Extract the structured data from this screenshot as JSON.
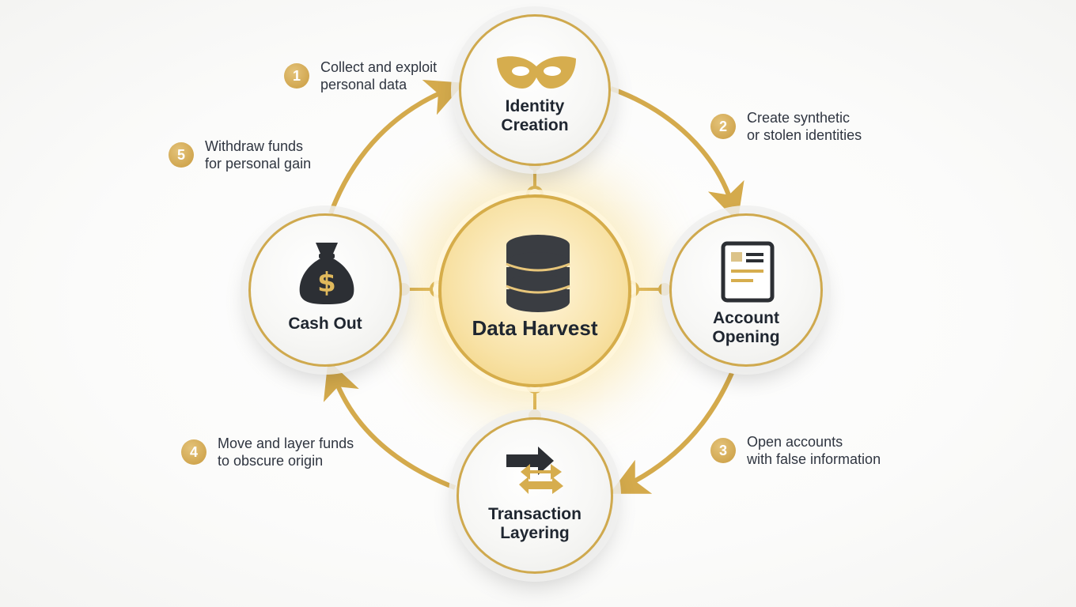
{
  "diagram": {
    "title": "",
    "colors": {
      "gold": "#cfa94e",
      "gold_light": "#e4c37a",
      "dark_icon": "#2c2f34",
      "text": "#1f2630",
      "center_glow": "#f1cf78"
    },
    "center": {
      "label": "Data Harvest",
      "icon": "database-icon"
    },
    "nodes": {
      "identity_creation": {
        "label": "Identity\nCreation",
        "icon": "mask-icon"
      },
      "account_opening": {
        "label": "Account\nOpening",
        "icon": "document-icon"
      },
      "transaction_layering": {
        "label": "Transaction\nLayering",
        "icon": "transfer-arrows-icon"
      },
      "cash_out": {
        "label": "Cash Out",
        "icon": "money-bag-icon"
      }
    },
    "steps": [
      {
        "number": "1",
        "text": "Collect and exploit\npersonal data"
      },
      {
        "number": "2",
        "text": "Create synthetic\nor stolen identities"
      },
      {
        "number": "3",
        "text": "Open accounts\nwith false information"
      },
      {
        "number": "4",
        "text": "Move and layer funds\nto obscure origin"
      },
      {
        "number": "5",
        "text": "Withdraw funds\nfor personal gain"
      }
    ]
  }
}
